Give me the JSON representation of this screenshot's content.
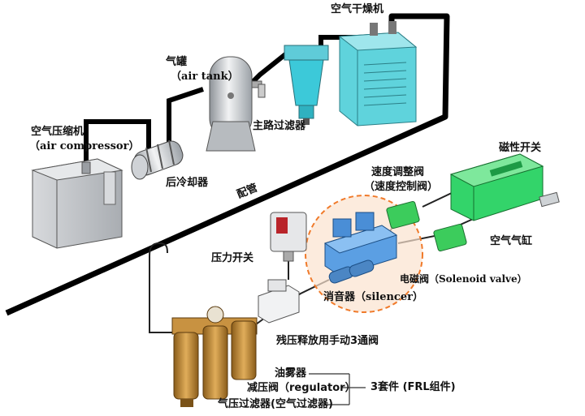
{
  "labels": {
    "air_dryer": "空气干燥机",
    "air_tank_cn": "气罐",
    "air_tank_en": "（air tank）",
    "air_compressor_cn": "空气压缩机",
    "air_compressor_en": "（air compressor）",
    "aftercooler": "后冷却器",
    "main_filter": "主路过滤器",
    "piping": "配管",
    "magnetic_switch": "磁性开关",
    "speed_valve": "速度调整阀",
    "speed_valve_alt": "（速度控制阀）",
    "air_cylinder": "空气气缸",
    "pressure_switch": "压力开关",
    "solenoid_valve": "电磁阀（Solenoid valve）",
    "silencer": "消音器（silencer）",
    "residual_valve": "残压释放用手动3通阀",
    "lubricator": "油雾器",
    "regulator": "减压阀（regulator）",
    "air_filter": "气压过滤器(空气过滤器)",
    "frl_unit": "3套件 (FRL组件)"
  },
  "colors": {
    "pipe": "#000000",
    "dryer": "#5fd3dc",
    "filter": "#3cc9d9",
    "solenoid": "#5b9fe3",
    "cylinder": "#33d46a",
    "speed_valve": "#3ccc5c",
    "frl": "#b8832a",
    "highlight": "#f9a05a",
    "equipment_gray": "#c9ccd1"
  }
}
